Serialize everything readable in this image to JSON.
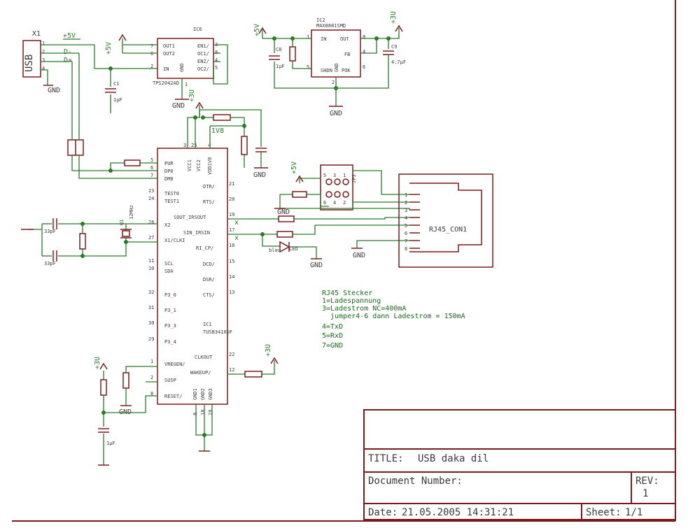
{
  "connectors": {
    "x1_ref": "X1",
    "x1_value": "USB",
    "x1_pins": [
      "1",
      "2",
      "3",
      "4"
    ],
    "x1_signals": [
      "D-",
      "D+"
    ],
    "jp3_ref": "JP3",
    "jp3_pins": [
      "5",
      "3",
      "1",
      "6",
      "4",
      "2"
    ],
    "rj45_ref": "RJ45_CON1",
    "rj45_pins": [
      "1",
      "2",
      "3",
      "4",
      "5",
      "6",
      "7",
      "8"
    ]
  },
  "nets": {
    "plus5v": "+5V",
    "plus3v": "+3U",
    "gnd": "GND",
    "nc": "x",
    "v1v8": "1V8"
  },
  "ic6": {
    "ref": "IC6",
    "value": "TPS2042AD",
    "pin_names_left": [
      "OUT1",
      "OUT2",
      "IN"
    ],
    "pin_names_right": [
      "EN1/",
      "OC1/",
      "EN2/",
      "OC2/"
    ],
    "pin_gnd": "GND",
    "pins_left": [
      "7",
      "6",
      "2"
    ],
    "pins_right": [
      "3",
      "8",
      "4",
      "5"
    ],
    "pin_gnd_num": "1"
  },
  "ic2": {
    "ref": "IC2",
    "value": "MAX8881SMD",
    "pin_names_left": [
      "IN",
      "SHDN"
    ],
    "pin_names_right": [
      "OUT",
      "FB",
      "POK"
    ],
    "pin_gnd": "GND",
    "pins_left": [
      "1",
      "5"
    ],
    "pins_right": [
      "8",
      "4",
      "6"
    ],
    "pin_gnd_num": "2"
  },
  "ic1": {
    "ref": "IC1",
    "value": "TUSB3410UF",
    "top_pins": [
      "VCC1",
      "VCC2",
      "VDD1V8"
    ],
    "top_pin_nums": [
      "3",
      "25",
      "4"
    ],
    "bottom_pins": [
      "GND1",
      "GND2",
      "GND3"
    ],
    "bottom_pin_nums": [
      "8",
      "18",
      "28"
    ],
    "left": [
      {
        "num": "5",
        "name": "PUR"
      },
      {
        "num": "6",
        "name": "DP0"
      },
      {
        "num": "7",
        "name": "DM0"
      },
      {
        "num": "23",
        "name": "TEST0"
      },
      {
        "num": "24",
        "name": "TEST1"
      },
      {
        "num": "26",
        "name": "X2"
      },
      {
        "num": "27",
        "name": "X1/CLKI"
      },
      {
        "num": "11",
        "name": "SCL"
      },
      {
        "num": "10",
        "name": "SDA"
      },
      {
        "num": "32",
        "name": "P3_0"
      },
      {
        "num": "31",
        "name": "P3_1"
      },
      {
        "num": "30",
        "name": "P3_3"
      },
      {
        "num": "29",
        "name": "P3_4"
      },
      {
        "num": "1",
        "name": "VREGEN/"
      },
      {
        "num": "2",
        "name": "SUSP"
      },
      {
        "num": "8",
        "name": "RESET/"
      }
    ],
    "right": [
      {
        "num": "21",
        "name": "DTR/"
      },
      {
        "num": "20",
        "name": "RTS/"
      },
      {
        "num": "19",
        "name": "SOUT_IRSOUT"
      },
      {
        "num": "17",
        "name": "SIN_IRSIN"
      },
      {
        "num": "16",
        "name": "RI_CP/"
      },
      {
        "num": "15",
        "name": "DCD/"
      },
      {
        "num": "14",
        "name": "DSR/"
      },
      {
        "num": "13",
        "name": "CTS/"
      },
      {
        "num": "22",
        "name": "CLKOUT"
      },
      {
        "num": "12",
        "name": "WAKEUP/"
      }
    ]
  },
  "passives": {
    "q1_ref": "Q1",
    "q1_value": "12MHz",
    "c1_ref": "C1",
    "c1_value": "1µF",
    "c8_ref": "C8",
    "c8_value": "1µF",
    "c9_ref": "C9",
    "c9_value": "4.7µF",
    "c5_value": "33pF",
    "c6_value": "33pF",
    "c7_value": "1µF",
    "led_ref": "LED",
    "led_value": "blau"
  },
  "notes": {
    "lines": [
      "RJ45 Stecker",
      "1=Ladespannung",
      "3=Ladestrom NC=400mA",
      "  jumper4-6 dann Ladestrom = 150mA",
      "4=TxD",
      "5=RxD",
      "7=GND"
    ]
  },
  "title_block": {
    "title_label": "TITLE:",
    "title_value": "USB daka dil",
    "doc_label": "Document Number:",
    "doc_value": "",
    "rev_label": "REV:",
    "rev_value": "1",
    "date_label": "Date:",
    "date_value": "21.05.2005 14:31:21",
    "sheet_label": "Sheet:",
    "sheet_value": "1/1"
  }
}
